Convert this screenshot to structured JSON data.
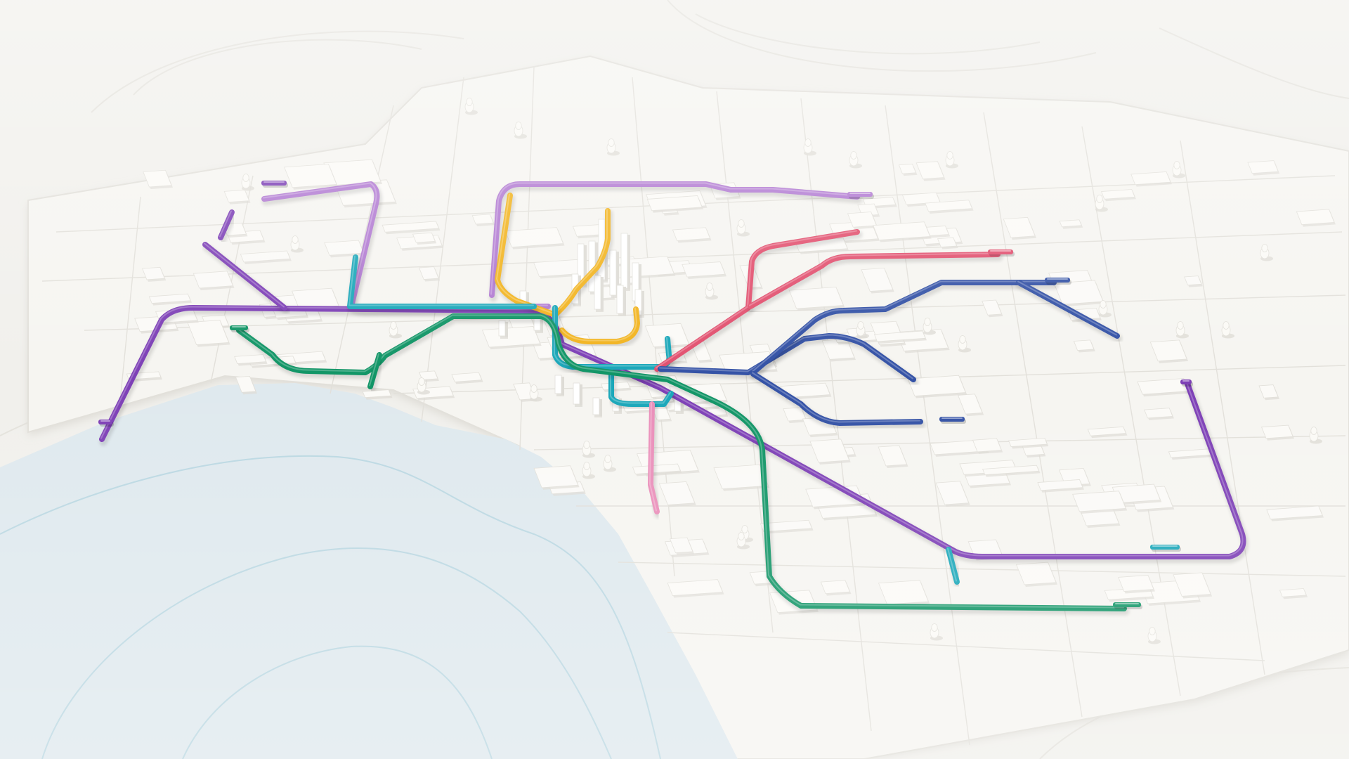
{
  "map": {
    "style": "isometric 3d clay transit network map",
    "colors": {
      "background": "#f1f0ec",
      "land": "#f6f5f1",
      "land_edge": "#e2e0da",
      "water": "#dfe9ee",
      "water_contour": "#9ccad8",
      "contour": "#e4e2dc",
      "block": "#fbfaf7",
      "block_shadow": "#dedcd6",
      "tower": "#ffffff",
      "tree": "#fbfaf6"
    },
    "lines": [
      {
        "name": "purple",
        "color": "#7d3fb6"
      },
      {
        "name": "lilac",
        "color": "#b27bd2"
      },
      {
        "name": "yellow",
        "color": "#f2b420"
      },
      {
        "name": "cyan",
        "color": "#1aa7b9"
      },
      {
        "name": "green",
        "color": "#119566"
      },
      {
        "name": "red",
        "color": "#e2506f"
      },
      {
        "name": "pink",
        "color": "#ea8fba"
      },
      {
        "name": "blue",
        "color": "#3452a6"
      }
    ],
    "icons": {
      "terminal_marker": "train-icon",
      "tree": "tree-icon",
      "tower": "tower-icon"
    }
  }
}
